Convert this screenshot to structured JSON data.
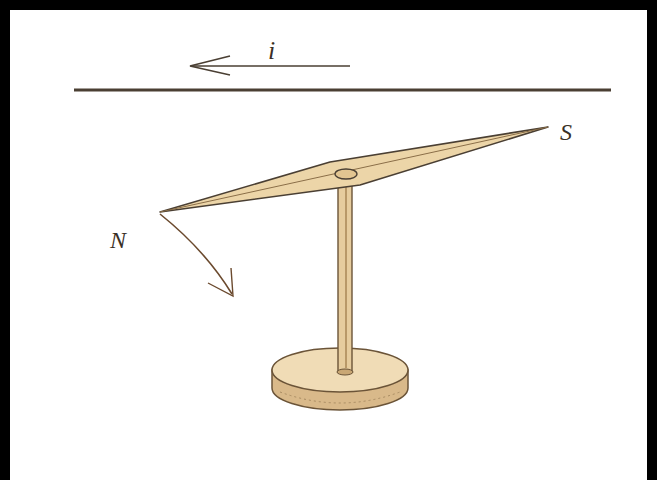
{
  "diagram": {
    "labels": [
      "i",
      "N",
      "S"
    ]
  }
}
